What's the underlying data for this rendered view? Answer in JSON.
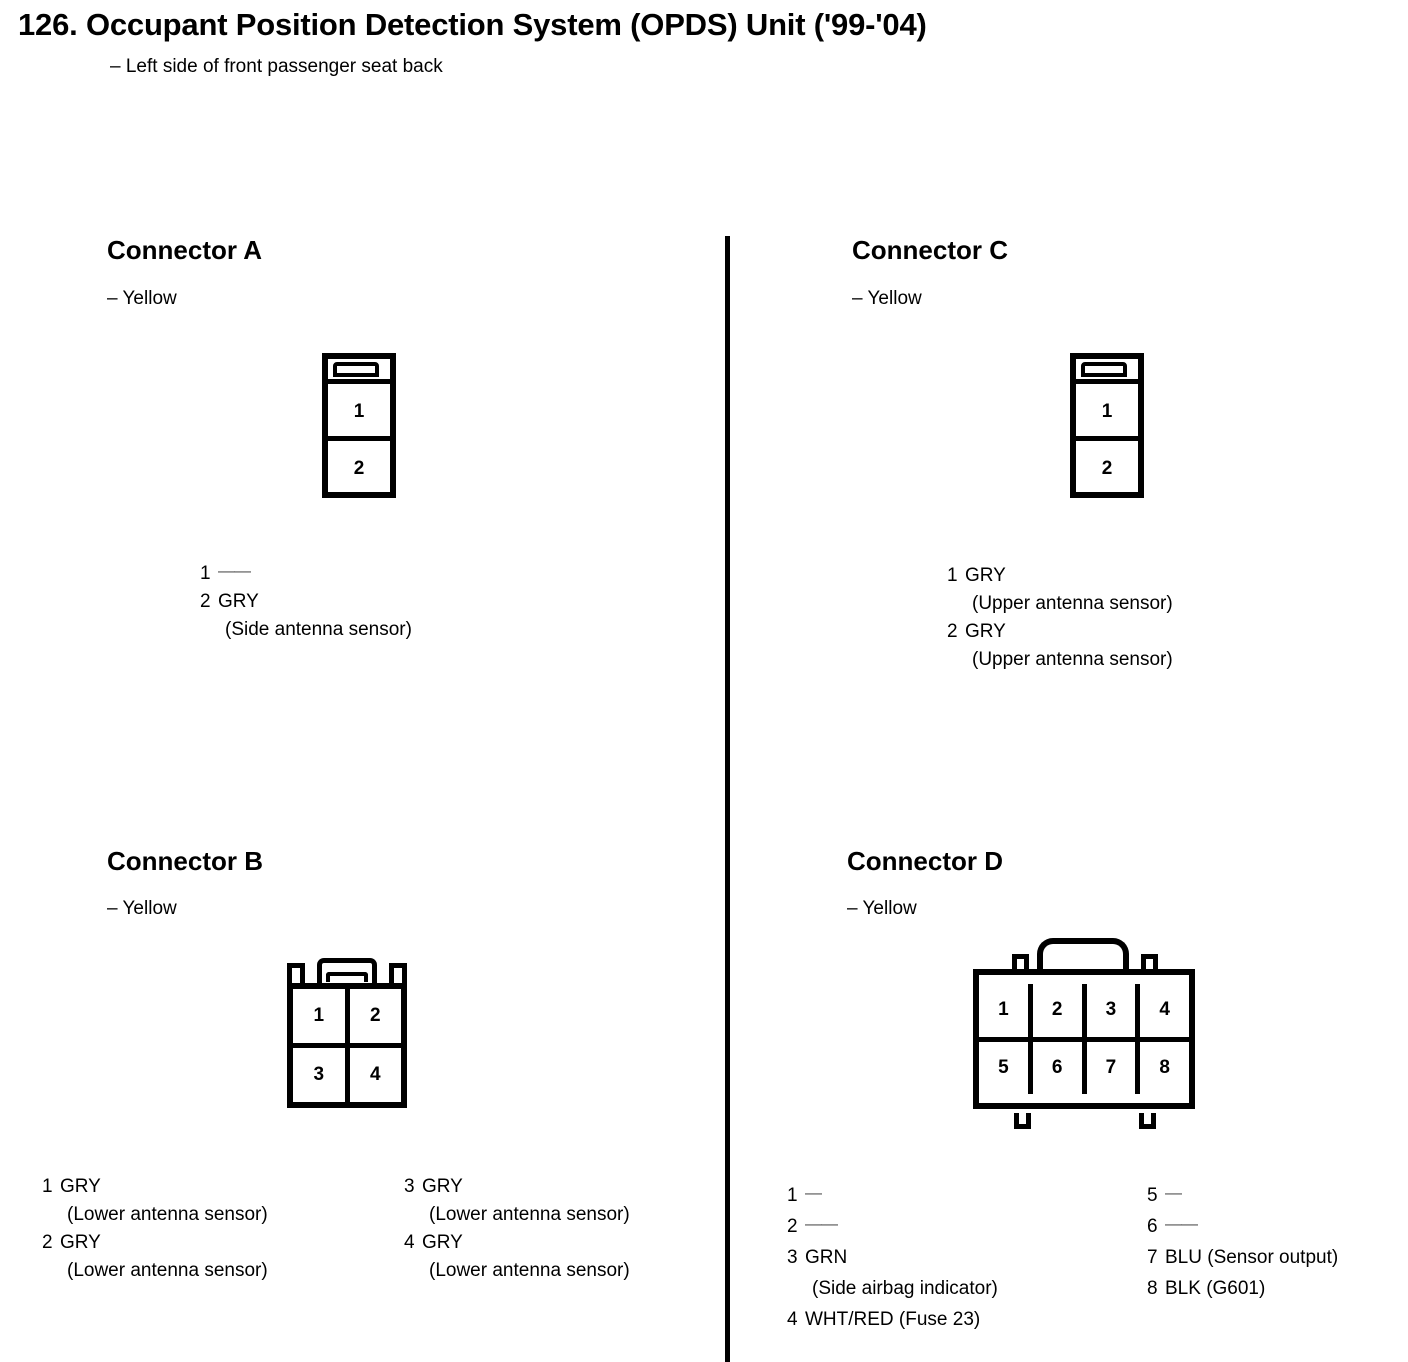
{
  "header": {
    "title": "126. Occupant Position Detection System (OPDS) Unit ('99-'04)",
    "subtitle": "– Left side of front passenger seat back"
  },
  "connectors": [
    {
      "id": "a",
      "title": "Connector A",
      "color": "– Yellow",
      "cells": [
        "1",
        "2"
      ],
      "pins_left": [
        {
          "num": "1",
          "desc": "——",
          "sub": "",
          "unused": true
        },
        {
          "num": "2",
          "desc": "GRY",
          "sub": "(Side antenna sensor)",
          "unused": false
        }
      ],
      "pins_right": []
    },
    {
      "id": "c",
      "title": "Connector C",
      "color": "– Yellow",
      "cells": [
        "1",
        "2"
      ],
      "pins_left": [
        {
          "num": "1",
          "desc": "GRY",
          "sub": "(Upper antenna sensor)",
          "unused": false
        },
        {
          "num": "2",
          "desc": "GRY",
          "sub": "(Upper antenna sensor)",
          "unused": false
        }
      ],
      "pins_right": []
    },
    {
      "id": "b",
      "title": "Connector B",
      "color": "– Yellow",
      "cells": [
        "1",
        "2",
        "3",
        "4"
      ],
      "pins_left": [
        {
          "num": "1",
          "desc": "GRY",
          "sub": "(Lower antenna sensor)",
          "unused": false
        },
        {
          "num": "2",
          "desc": "GRY",
          "sub": "(Lower antenna sensor)",
          "unused": false
        }
      ],
      "pins_right": [
        {
          "num": "3",
          "desc": "GRY",
          "sub": "(Lower antenna sensor)",
          "unused": false
        },
        {
          "num": "4",
          "desc": "GRY",
          "sub": "(Lower antenna sensor)",
          "unused": false
        }
      ]
    },
    {
      "id": "d",
      "title": "Connector D",
      "color": "– Yellow",
      "cells": [
        "1",
        "2",
        "3",
        "4",
        "5",
        "6",
        "7",
        "8"
      ],
      "pins_left": [
        {
          "num": "1",
          "desc": "—",
          "sub": "",
          "unused": true
        },
        {
          "num": "2",
          "desc": "——",
          "sub": "",
          "unused": true
        },
        {
          "num": "3",
          "desc": "GRN",
          "sub": "(Side airbag indicator)",
          "unused": false
        },
        {
          "num": "4",
          "desc": "WHT/RED (Fuse 23)",
          "sub": "",
          "unused": false
        }
      ],
      "pins_right": [
        {
          "num": "5",
          "desc": "—",
          "sub": "",
          "unused": true
        },
        {
          "num": "6",
          "desc": "——",
          "sub": "",
          "unused": true
        },
        {
          "num": "7",
          "desc": "BLU (Sensor output)",
          "sub": "",
          "unused": false
        },
        {
          "num": "8",
          "desc": "BLK (G601)",
          "sub": "",
          "unused": false
        }
      ]
    }
  ]
}
